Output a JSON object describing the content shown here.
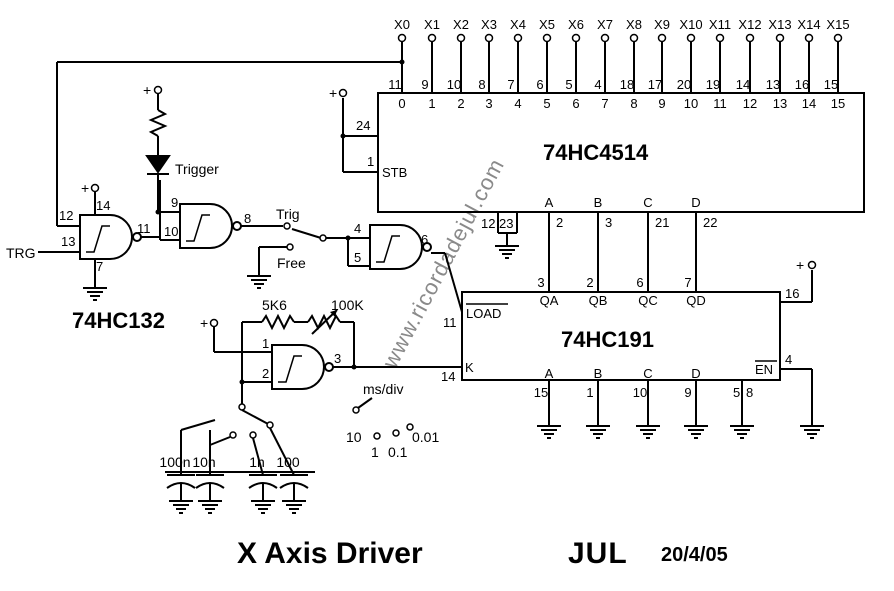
{
  "outputs": [
    "X0",
    "X1",
    "X2",
    "X3",
    "X4",
    "X5",
    "X6",
    "X7",
    "X8",
    "X9",
    "X10",
    "X11",
    "X12",
    "X13",
    "X14",
    "X15"
  ],
  "decoder": {
    "name": "74HC4514",
    "out_pins": [
      "11",
      "9",
      "10",
      "8",
      "7",
      "6",
      "5",
      "4",
      "18",
      "17",
      "20",
      "19",
      "14",
      "13",
      "16",
      "15"
    ],
    "out_labels": [
      "0",
      "1",
      "2",
      "3",
      "4",
      "5",
      "6",
      "7",
      "8",
      "9",
      "10",
      "11",
      "12",
      "13",
      "14",
      "15"
    ],
    "pin_24": "24",
    "pin_1": "1",
    "stb": "STB",
    "pin_12": "12",
    "pin_23": "23",
    "in_labels": [
      "A",
      "B",
      "C",
      "D"
    ],
    "in_pins": [
      "2",
      "3",
      "21",
      "22"
    ]
  },
  "counter": {
    "name": "74HC191",
    "q_pins": [
      "3",
      "2",
      "6",
      "7"
    ],
    "q_labels": [
      "QA",
      "QB",
      "QC",
      "QD"
    ],
    "pin_16": "16",
    "pin_11": "11",
    "load": "LOAD",
    "pin_14": "14",
    "k": "K",
    "d_labels": [
      "A",
      "B",
      "C",
      "D"
    ],
    "d_pins": [
      "15",
      "1",
      "10",
      "9"
    ],
    "pin_5": "5",
    "pin_8": "8",
    "en": "EN",
    "pin_4": "4"
  },
  "gates": {
    "trg_label": "TRG",
    "g1_pins": [
      "12",
      "13",
      "14",
      "7",
      "11"
    ],
    "g2_pins": [
      "9",
      "10",
      "8"
    ],
    "g3_pins": [
      "4",
      "5",
      "6"
    ],
    "g4_pins": [
      "1",
      "2",
      "3"
    ],
    "trigger_led": "Trigger",
    "trig_label": "Trig",
    "free_label": "Free",
    "chip_name": "74HC132",
    "plus": "+"
  },
  "timing": {
    "r1": "5K6",
    "r2": "100K",
    "caps": [
      "100n",
      "10n",
      "1n",
      "100"
    ],
    "ms_div": "ms/div",
    "ranges": [
      "10",
      "1",
      "0.1",
      "0.01"
    ]
  },
  "watermark": "www.ricordadejul.com",
  "title": "X Axis Driver",
  "author": "JUL",
  "date": "20/4/05"
}
